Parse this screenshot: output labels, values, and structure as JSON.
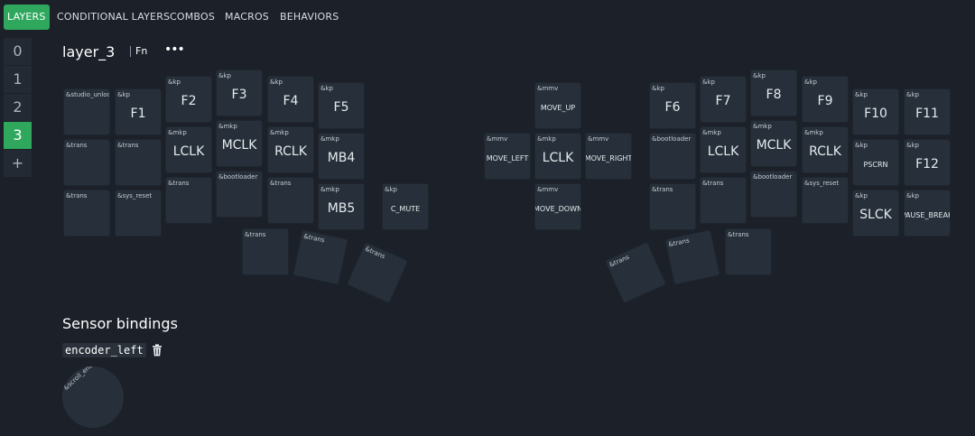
{
  "nav": {
    "tabs": [
      "LAYERS",
      "CONDITIONAL LAYERS",
      "COMBOS",
      "MACROS",
      "BEHAVIORS"
    ],
    "active_tab": "LAYERS"
  },
  "layers": {
    "items": [
      "0",
      "1",
      "2",
      "3"
    ],
    "active": "3",
    "add_label": "+"
  },
  "layer_header": {
    "title": "layer_3",
    "fn_label": "Fn",
    "menu_label": "•••"
  },
  "keys": [
    {
      "b": "&studio_unlock",
      "l": ""
    },
    {
      "b": "&kp",
      "l": "F1"
    },
    {
      "b": "&kp",
      "l": "F2"
    },
    {
      "b": "&kp",
      "l": "F3"
    },
    {
      "b": "&kp",
      "l": "F4"
    },
    {
      "b": "&kp",
      "l": "F5"
    },
    {
      "b": "&mmv",
      "l": "MOVE_UP"
    },
    {
      "b": "&kp",
      "l": "F6"
    },
    {
      "b": "&kp",
      "l": "F7"
    },
    {
      "b": "&kp",
      "l": "F8"
    },
    {
      "b": "&kp",
      "l": "F9"
    },
    {
      "b": "&kp",
      "l": "F10"
    },
    {
      "b": "&kp",
      "l": "F11"
    },
    {
      "b": "&trans",
      "l": ""
    },
    {
      "b": "&trans",
      "l": ""
    },
    {
      "b": "&mkp",
      "l": "LCLK"
    },
    {
      "b": "&mkp",
      "l": "MCLK"
    },
    {
      "b": "&mkp",
      "l": "RCLK"
    },
    {
      "b": "&mkp",
      "l": "MB4"
    },
    {
      "b": "&mmv",
      "l": "MOVE_LEFT"
    },
    {
      "b": "&mkp",
      "l": "LCLK"
    },
    {
      "b": "&mmv",
      "l": "MOVE_RIGHT"
    },
    {
      "b": "&bootloader",
      "l": ""
    },
    {
      "b": "&mkp",
      "l": "LCLK"
    },
    {
      "b": "&mkp",
      "l": "MCLK"
    },
    {
      "b": "&mkp",
      "l": "RCLK"
    },
    {
      "b": "&kp",
      "l": "PSCRN"
    },
    {
      "b": "&kp",
      "l": "F12"
    },
    {
      "b": "&trans",
      "l": ""
    },
    {
      "b": "&sys_reset",
      "l": ""
    },
    {
      "b": "&trans",
      "l": ""
    },
    {
      "b": "&bootloader",
      "l": ""
    },
    {
      "b": "&trans",
      "l": ""
    },
    {
      "b": "&mkp",
      "l": "MB5"
    },
    {
      "b": "&kp",
      "l": "C_MUTE"
    },
    {
      "b": "&mmv",
      "l": "MOVE_DOWN"
    },
    {
      "b": "&trans",
      "l": ""
    },
    {
      "b": "&trans",
      "l": ""
    },
    {
      "b": "&bootloader",
      "l": ""
    },
    {
      "b": "&sys_reset",
      "l": ""
    },
    {
      "b": "&kp",
      "l": "SLCK"
    },
    {
      "b": "&kp",
      "l": "PAUSE_BREAK"
    },
    {
      "b": "&trans",
      "l": ""
    },
    {
      "b": "&trans",
      "l": ""
    },
    {
      "b": "&trans",
      "l": ""
    },
    {
      "b": "&trans",
      "l": ""
    },
    {
      "b": "&trans",
      "l": ""
    },
    {
      "b": "&trans",
      "l": ""
    }
  ],
  "sensors": {
    "title": "Sensor bindings",
    "encoder_name": "encoder_left",
    "encoder_binding": "&scroll_encoder"
  }
}
